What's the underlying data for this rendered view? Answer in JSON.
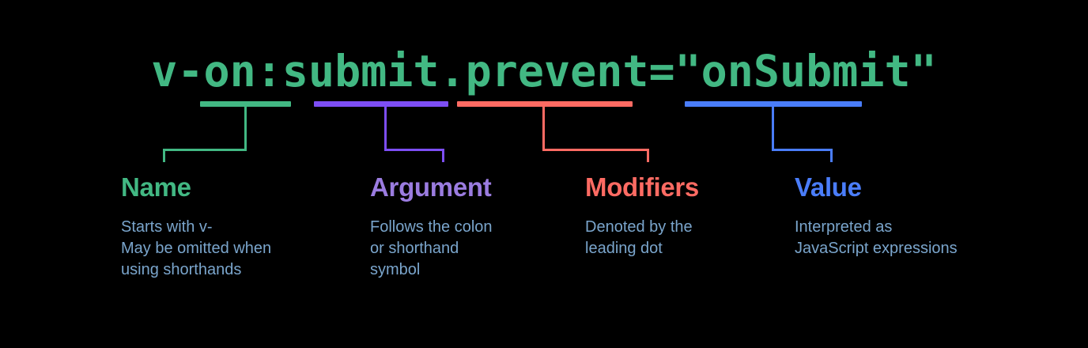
{
  "background_color": "#000000",
  "code": {
    "text": "v-on:submit.prevent=\"onSubmit\"",
    "color": "#42b883"
  },
  "segments": [
    {
      "id": "name",
      "heading": "Name",
      "heading_color": "#42b883",
      "bar_color": "#42b883",
      "connector_color": "#42b883",
      "description": "Starts with v-\nMay be omitted when\nusing shorthands",
      "description_color": "#7aa5cc",
      "code_part": "v-on"
    },
    {
      "id": "argument",
      "heading": "Argument",
      "heading_color": "#9b7ce0",
      "bar_color": "#7d4ef5",
      "connector_color": "#7d4ef5",
      "description": "Follows the colon\nor shorthand\nsymbol",
      "description_color": "#7aa5cc",
      "code_part": ":submit"
    },
    {
      "id": "modifiers",
      "heading": "Modifiers",
      "heading_color": "#ff6b63",
      "bar_color": "#ff6b63",
      "connector_color": "#ff6b63",
      "description": "Denoted by the\nleading dot",
      "description_color": "#7aa5cc",
      "code_part": ".prevent"
    },
    {
      "id": "value",
      "heading": "Value",
      "heading_color": "#4a7dfa",
      "bar_color": "#4a7dfa",
      "connector_color": "#4a7dfa",
      "description": "Interpreted as\nJavaScript expressions",
      "description_color": "#7aa5cc",
      "code_part": "=\"onSubmit\""
    }
  ]
}
